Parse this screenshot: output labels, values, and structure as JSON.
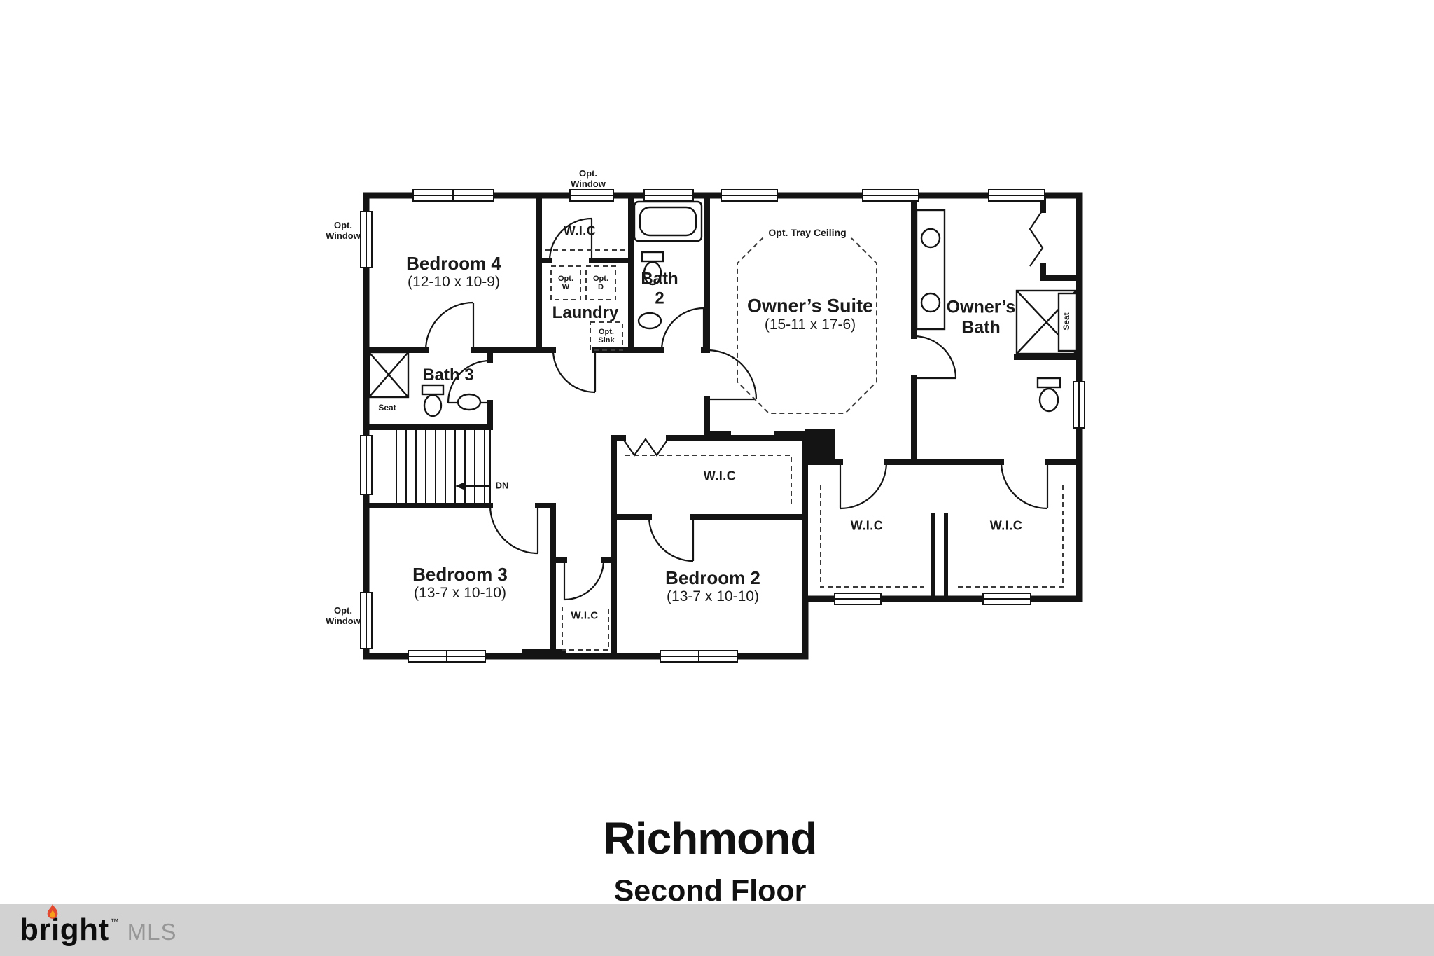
{
  "plan": {
    "rooms": {
      "bedroom4_name": "Bedroom 4",
      "bedroom4_dims": "(12-10 x 10-9)",
      "bedroom3_name": "Bedroom 3",
      "bedroom3_dims": "(13-7 x 10-10)",
      "bedroom2_name": "Bedroom 2",
      "bedroom2_dims": "(13-7 x 10-10)",
      "owners_suite_name": "Owner’s Suite",
      "owners_suite_dims": "(15-11 x 17-6)",
      "owners_bath_line1": "Owner’s",
      "owners_bath_line2": "Bath",
      "bath2_line1": "Bath",
      "bath2_line2": "2",
      "bath3_name": "Bath 3",
      "laundry_name": "Laundry",
      "wic_label": "W.I.C"
    },
    "annotations": {
      "opt_tray_ceiling": "Opt. Tray Ceiling",
      "opt": "Opt.",
      "window": "Window",
      "w": "W",
      "d": "D",
      "sink": "Sink",
      "seat": "Seat",
      "dn": "DN"
    }
  },
  "titleblock": {
    "title": "Richmond",
    "subtitle": "Second Floor"
  },
  "footer": {
    "brand": "bright",
    "trademark": "™",
    "brand_suffix": "MLS"
  }
}
